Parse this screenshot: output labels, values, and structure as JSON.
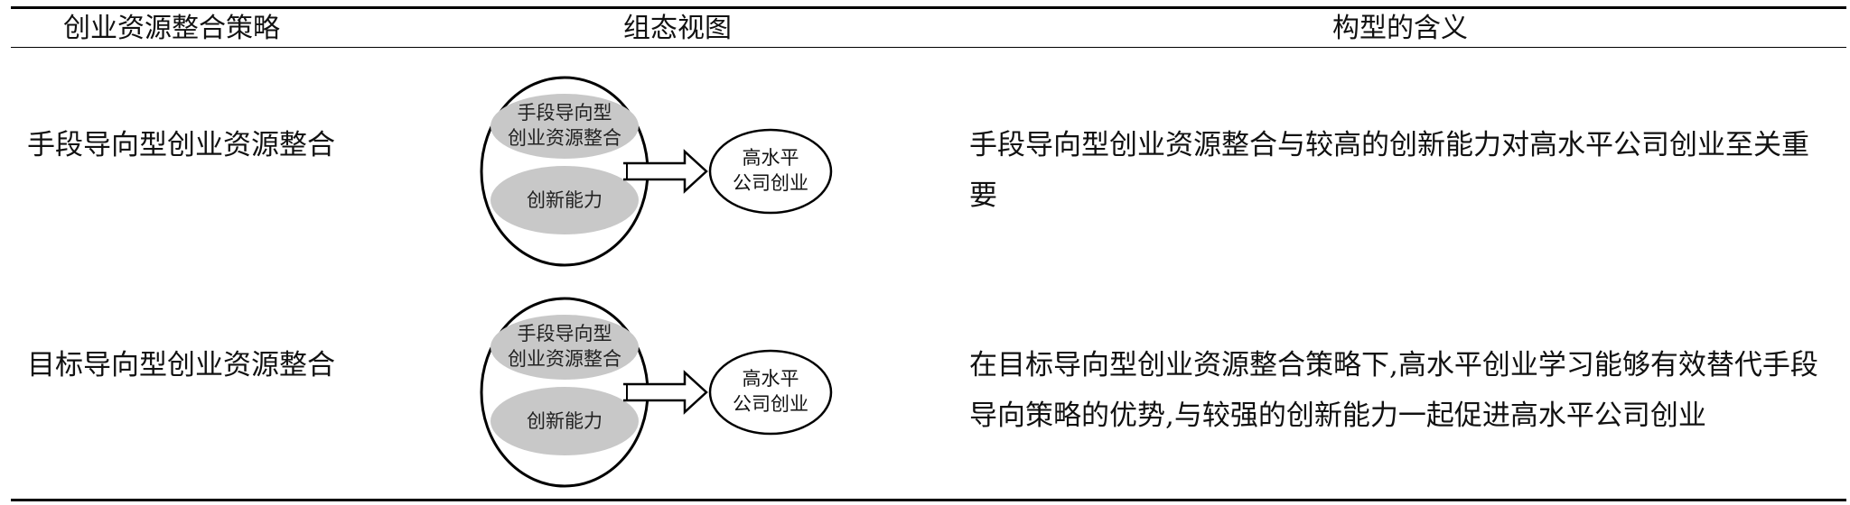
{
  "table": {
    "headers": {
      "strategy": "创业资源整合策略",
      "view": "组态视图",
      "meaning": "构型的含义"
    },
    "rows": [
      {
        "strategy": "手段导向型创业资源整合",
        "diagram": {
          "factor_top_line1": "手段导向型",
          "factor_top_line2": "创业资源整合",
          "factor_bottom": "创新能力",
          "outcome_line1": "高水平",
          "outcome_line2": "公司创业"
        },
        "meaning": "手段导向型创业资源整合与较高的创新能力对高水平公司创业至关重要"
      },
      {
        "strategy": "目标导向型创业资源整合",
        "diagram": {
          "factor_top_line1": "手段导向型",
          "factor_top_line2": "创业资源整合",
          "factor_bottom": "创新能力",
          "outcome_line1": "高水平",
          "outcome_line2": "公司创业"
        },
        "meaning": "在目标导向型创业资源整合策略下,高水平创业学习能够有效替代手段导向策略的优势,与较强的创新能力一起促进高水平公司创业"
      }
    ]
  },
  "colors": {
    "rule": "#000000",
    "factor_fill": "#c8c8c8",
    "ellipse_stroke": "#000000"
  }
}
